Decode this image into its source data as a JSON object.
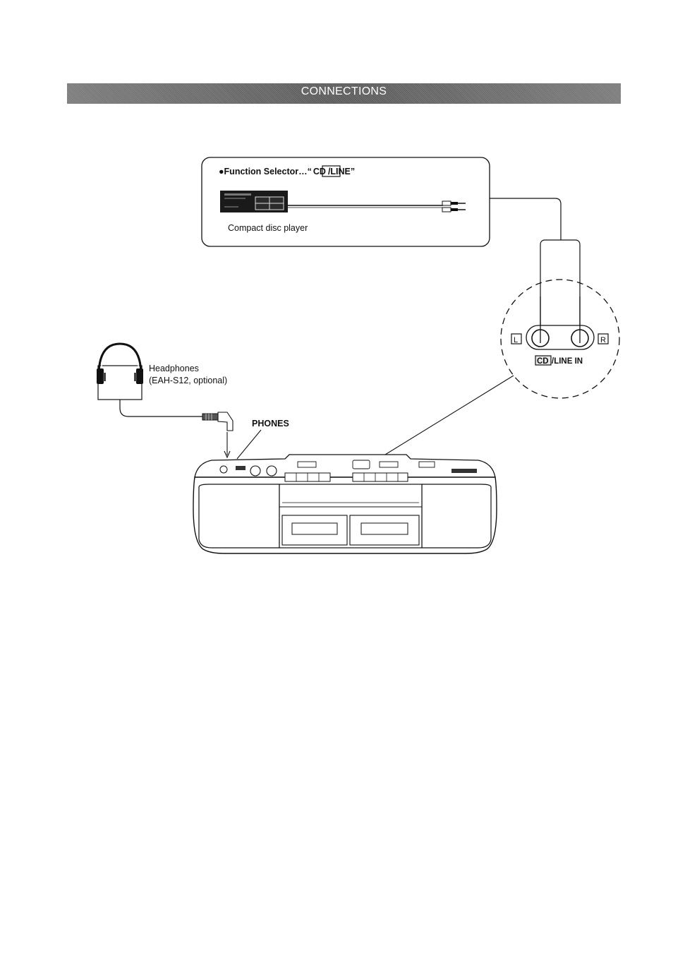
{
  "header": {
    "title": "CONNECTIONS"
  },
  "cd_box": {
    "function_prefix": "●Function Selector…“",
    "function_cd": "CD",
    "function_suffix": "/LINE”",
    "device_label": "Compact disc player"
  },
  "jack_detail": {
    "left_marker": "L",
    "right_marker": "R",
    "cd": "CD",
    "line_in": "/LINE IN"
  },
  "headphones": {
    "label": "Headphones",
    "model": "(EAH-S12, optional)"
  },
  "phones_label": "PHONES"
}
